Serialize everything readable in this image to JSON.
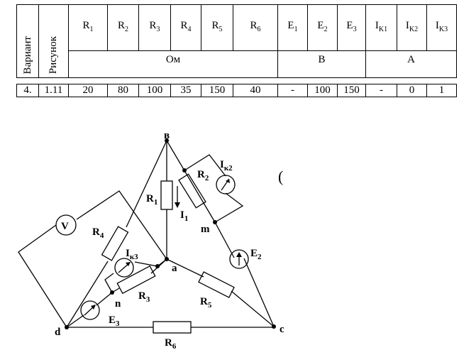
{
  "table": {
    "headers": {
      "variant": "Вариант",
      "figure": "Рисунок",
      "R1": {
        "base": "R",
        "sub": "1"
      },
      "R2": {
        "base": "R",
        "sub": "2"
      },
      "R3": {
        "base": "R",
        "sub": "3"
      },
      "R4": {
        "base": "R",
        "sub": "4"
      },
      "R5": {
        "base": "R",
        "sub": "5"
      },
      "R6": {
        "base": "R",
        "sub": "6"
      },
      "E1": {
        "base": "E",
        "sub": "1"
      },
      "E2": {
        "base": "E",
        "sub": "2"
      },
      "E3": {
        "base": "E",
        "sub": "3"
      },
      "IK1": {
        "base": "I",
        "sub": "K1"
      },
      "IK2": {
        "base": "I",
        "sub": "K2"
      },
      "IK3": {
        "base": "I",
        "sub": "K3"
      }
    },
    "units": {
      "ohm": "Ом",
      "volt": "В",
      "amp": "А"
    },
    "row": {
      "variant": "4.",
      "figure": "1.11",
      "R1": "20",
      "R2": "80",
      "R3": "100",
      "R4": "35",
      "R5": "150",
      "R6": "40",
      "E1": "-",
      "E2": "100",
      "E3": "150",
      "IK1": "-",
      "IK2": "0",
      "IK3": "1"
    }
  },
  "circuit": {
    "nodes": {
      "b": "в",
      "a": "a",
      "m": "m",
      "n": "n",
      "d": "d",
      "c": "c"
    },
    "labels": {
      "R1": "R",
      "R1s": "1",
      "R2": "R",
      "R2s": "2",
      "R3": "R",
      "R3s": "3",
      "R4": "R",
      "R4s": "4",
      "R5": "R",
      "R5s": "5",
      "R6": "R",
      "R6s": "6",
      "I1": "I",
      "I1s": "1",
      "E2": "E",
      "E2s": "2",
      "E3": "E",
      "E3s": "3",
      "Ik2": "I",
      "Ik2s": "к2",
      "Ik3": "I",
      "Ik3s": "к3",
      "V": "V"
    },
    "stray_mark": "("
  }
}
